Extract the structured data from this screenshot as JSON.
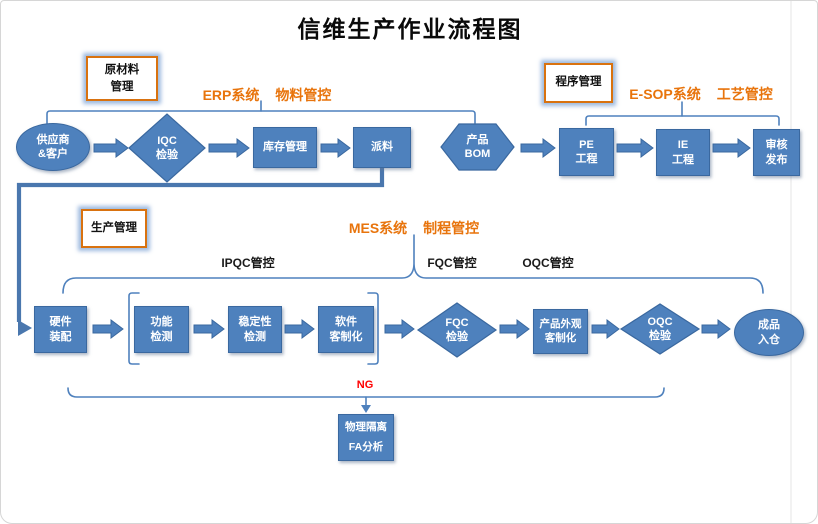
{
  "title": "信维生产作业流程图",
  "tags": {
    "raw_material": {
      "lines": [
        "原材料",
        "管理"
      ]
    },
    "program": {
      "lines": [
        "程序管理"
      ]
    },
    "production": {
      "lines": [
        "生产管理"
      ]
    }
  },
  "system_labels": {
    "erp": {
      "name": "ERP系统",
      "scope": "物料管控"
    },
    "esop": {
      "name": "E-SOP系统",
      "scope": "工艺管控"
    },
    "mes": {
      "name": "MES系统",
      "scope": "制程管控"
    }
  },
  "qc_labels": {
    "ipqc": "IPQC管控",
    "fqc": "FQC管控",
    "oqc": "OQC管控"
  },
  "ng_label": "NG",
  "nodes": {
    "supplier": {
      "shape": "ellipse",
      "lines": [
        "供应商",
        "&客户"
      ]
    },
    "iqc": {
      "shape": "diamond",
      "lines": [
        "IQC",
        "检验"
      ]
    },
    "inventory": {
      "shape": "rect",
      "lines": [
        "库存管理"
      ]
    },
    "dispatch": {
      "shape": "rect",
      "lines": [
        "派料"
      ]
    },
    "bom": {
      "shape": "hexagon",
      "lines": [
        "产品",
        "BOM"
      ]
    },
    "pe": {
      "shape": "rect",
      "lines": [
        "PE",
        "工程"
      ]
    },
    "ie": {
      "shape": "rect",
      "lines": [
        "IE",
        "工程"
      ]
    },
    "audit": {
      "shape": "rect",
      "lines": [
        "审核",
        "发布"
      ]
    },
    "assembly": {
      "shape": "rect",
      "lines": [
        "硬件",
        "装配"
      ]
    },
    "function_test": {
      "shape": "rect",
      "lines": [
        "功能",
        "检测"
      ]
    },
    "stability_test": {
      "shape": "rect",
      "lines": [
        "稳定性",
        "检测"
      ]
    },
    "software_custom": {
      "shape": "rect",
      "lines": [
        "软件",
        "客制化"
      ]
    },
    "fqc": {
      "shape": "diamond",
      "lines": [
        "FQC",
        "检验"
      ]
    },
    "appearance_custom": {
      "shape": "rect",
      "lines": [
        "产品外观",
        "客制化"
      ]
    },
    "oqc": {
      "shape": "diamond",
      "lines": [
        "OQC",
        "检验"
      ]
    },
    "warehouse": {
      "shape": "ellipse",
      "lines": [
        "成品",
        "入仓"
      ]
    },
    "fa": {
      "shape": "rect",
      "lines": [
        "物理隔离",
        "FA分析"
      ]
    }
  },
  "colors": {
    "node_fill": "#4E81BD",
    "node_border": "#3A689F",
    "connector": "#4F81BD",
    "accent_orange": "#E8740C",
    "ng_red": "#FF0000",
    "tag_border": "#D9720F",
    "tag_glow": "#8DAED9"
  }
}
